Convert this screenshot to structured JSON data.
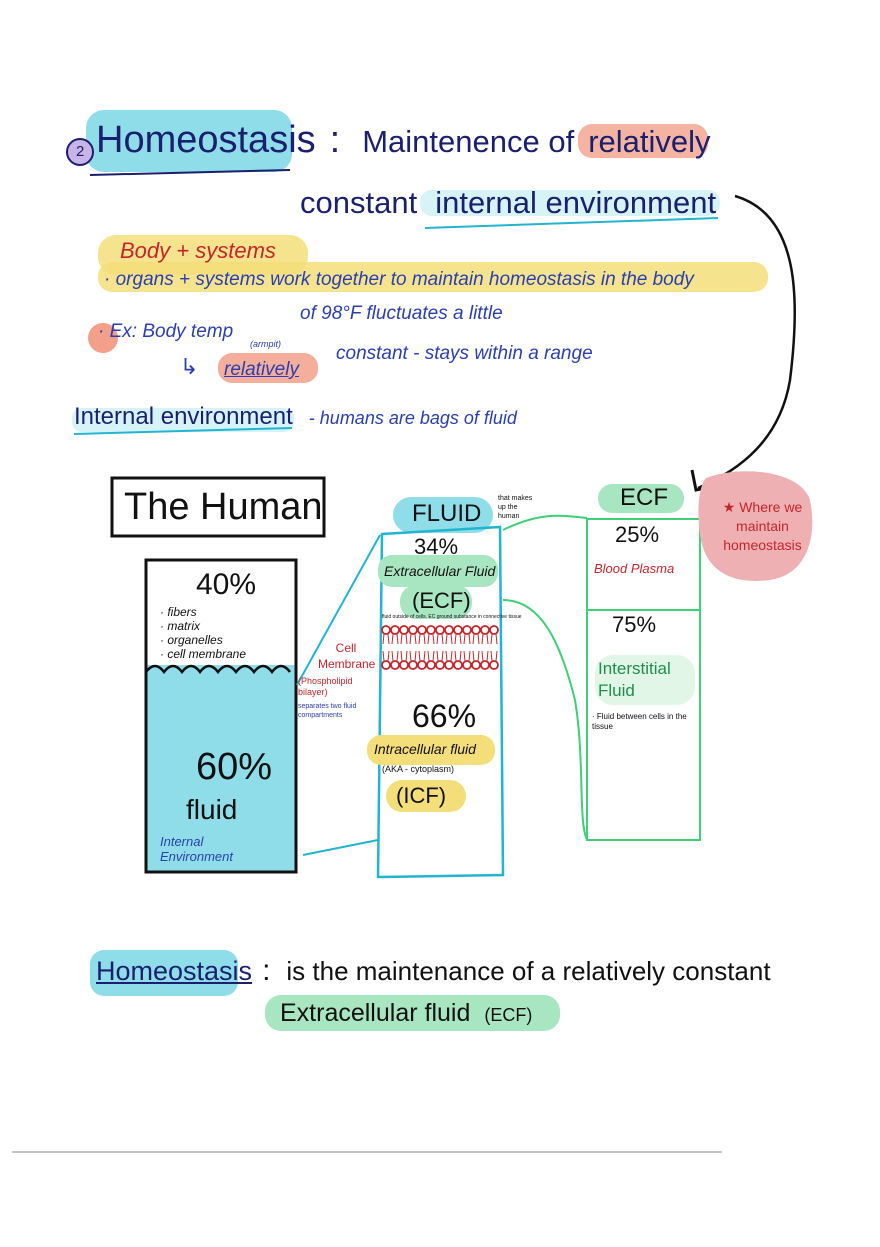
{
  "title": {
    "number": "2",
    "term": "Homeostasis",
    "colon": ":",
    "def_part1": "Maintenence of",
    "def_relatively": "relatively",
    "def_constant": "constant",
    "def_internal_env": "internal environment"
  },
  "notes": {
    "body_systems": "Body + systems",
    "line1": "· organs + systems work together to maintain homeostasis in the body",
    "line2_prefix": "· Ex: Body temp",
    "line2_small": "(armpit)",
    "line2_suffix": "of 98°F fluctuates a little",
    "line3_arrow": "↳",
    "line3_relatively": "relatively",
    "line3_rest": "constant - stays within a range",
    "internal_env_term": "Internal environment",
    "internal_env_def": "- humans are bags of fluid"
  },
  "diagram": {
    "human_label": "The Human",
    "human_box": {
      "solids_pct": "40%",
      "solids_items": [
        "· fibers",
        "· matrix",
        "· organelles",
        "· cell membrane"
      ],
      "fluid_pct": "60%",
      "fluid_label": "fluid",
      "fluid_note": "Internal Environment"
    },
    "cell_membrane": {
      "title": "Cell Membrane",
      "subtitle": "(Phospholipid bilayer)",
      "note": "separates two fluid compartments"
    },
    "fluid": {
      "label": "FLUID",
      "note": "that makes up the human",
      "ecf_pct": "34%",
      "ecf_label": "Extracellular Fluid",
      "ecf_abbr": "(ECF)",
      "ecf_note": "fluid outside of cells. EC ground substance in connective tissue",
      "icf_pct": "66%",
      "icf_label": "Intracellular fluid",
      "icf_note": "(AKA - cytoplasm)",
      "icf_abbr": "(ICF)"
    },
    "ecf": {
      "label": "ECF",
      "plasma_pct": "25%",
      "plasma_label": "Blood Plasma",
      "interstitial_pct": "75%",
      "interstitial_label": "Interstitial Fluid",
      "interstitial_note": "· Fluid between cells in the tissue"
    },
    "callout": "★ Where we maintain homeostasis"
  },
  "summary": {
    "term": "Homeostasis",
    "colon": ":",
    "line1": "is the maintenance of a relatively constant",
    "line2": "Extracellular fluid",
    "abbr": "(ECF)"
  },
  "colors": {
    "blue_highlight": "#8fdde8",
    "yellow_highlight": "#f4de7a",
    "pink_highlight": "#f2a08a",
    "green_highlight": "#a8e6c2",
    "callout": "#efb0b3",
    "cyan_line": "#22b5d0",
    "green_line": "#3fcf75"
  }
}
